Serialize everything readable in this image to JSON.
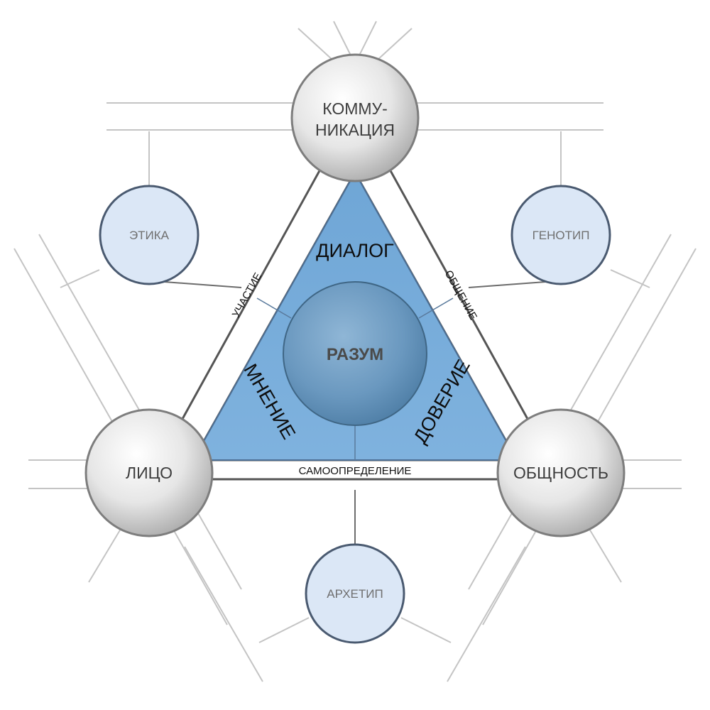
{
  "center": {
    "label": "РАЗУМ"
  },
  "vertices": {
    "top": {
      "line1": "КОММУ-",
      "line2": "НИКАЦИЯ"
    },
    "left": {
      "label": "ЛИЦО"
    },
    "right": {
      "label": "ОБЩНОСТЬ"
    }
  },
  "outer_nodes": {
    "left": {
      "label": "ЭТИКА"
    },
    "right": {
      "label": "ГЕНОТИП"
    },
    "bottom": {
      "label": "АРХЕТИП"
    }
  },
  "edges": {
    "left": "УЧАСТИЕ",
    "right": "ОБЩЕНИЕ",
    "bottom": "САМООПРЕДЕЛЕНИЕ"
  },
  "inner_sectors": {
    "top": "ДИАЛОГ",
    "left": "МНЕНИЕ",
    "right": "ДОВЕРИЕ"
  },
  "colors": {
    "triangle_fill": "#78aedb",
    "center_sphere": "#5b8db4",
    "outer_node_fill": "#dbe7f6",
    "outer_node_stroke": "#4a5a70",
    "vertex_sphere": "#d4d4d4"
  }
}
